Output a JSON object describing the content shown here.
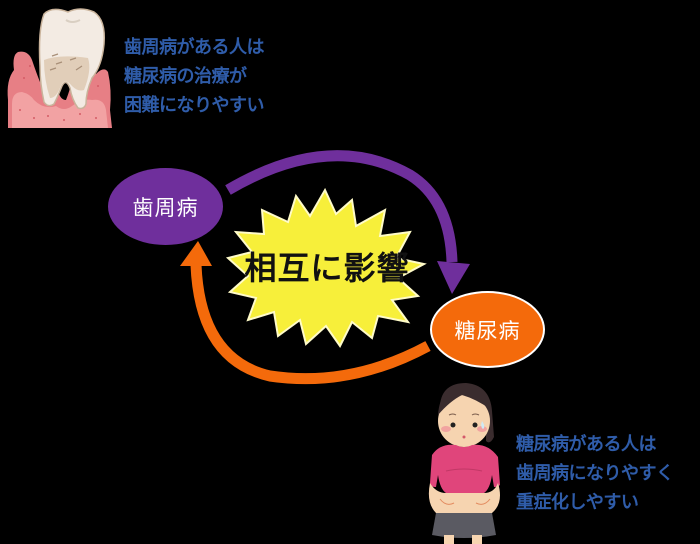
{
  "diagram": {
    "center": {
      "label": "相互に影響",
      "shape": "yellow-starburst",
      "color": "#f7ef3a"
    },
    "nodes": [
      {
        "id": "periodontal",
        "label": "歯周病",
        "color": "#6f2f9c"
      },
      {
        "id": "diabetes",
        "label": "糖尿病",
        "color": "#f46a0b"
      }
    ],
    "arrows": [
      {
        "from": "歯周病",
        "to": "糖尿病",
        "color": "#6f2f9c"
      },
      {
        "from": "糖尿病",
        "to": "歯周病",
        "color": "#f46a0b"
      }
    ],
    "notes": {
      "top_left": {
        "lines": [
          "歯周病がある人は",
          "糖尿病の治療が",
          "困難になりやすい"
        ],
        "color": "#2f5ca9"
      },
      "bottom_right": {
        "lines": [
          "糖尿病がある人は",
          "歯周病になりやすく",
          "重症化しやすい"
        ],
        "color": "#2f5ca9"
      }
    },
    "illustrations": {
      "top_left": "tooth-with-receding-gums",
      "bottom_right": "overweight-woman-pinching-belly"
    }
  }
}
